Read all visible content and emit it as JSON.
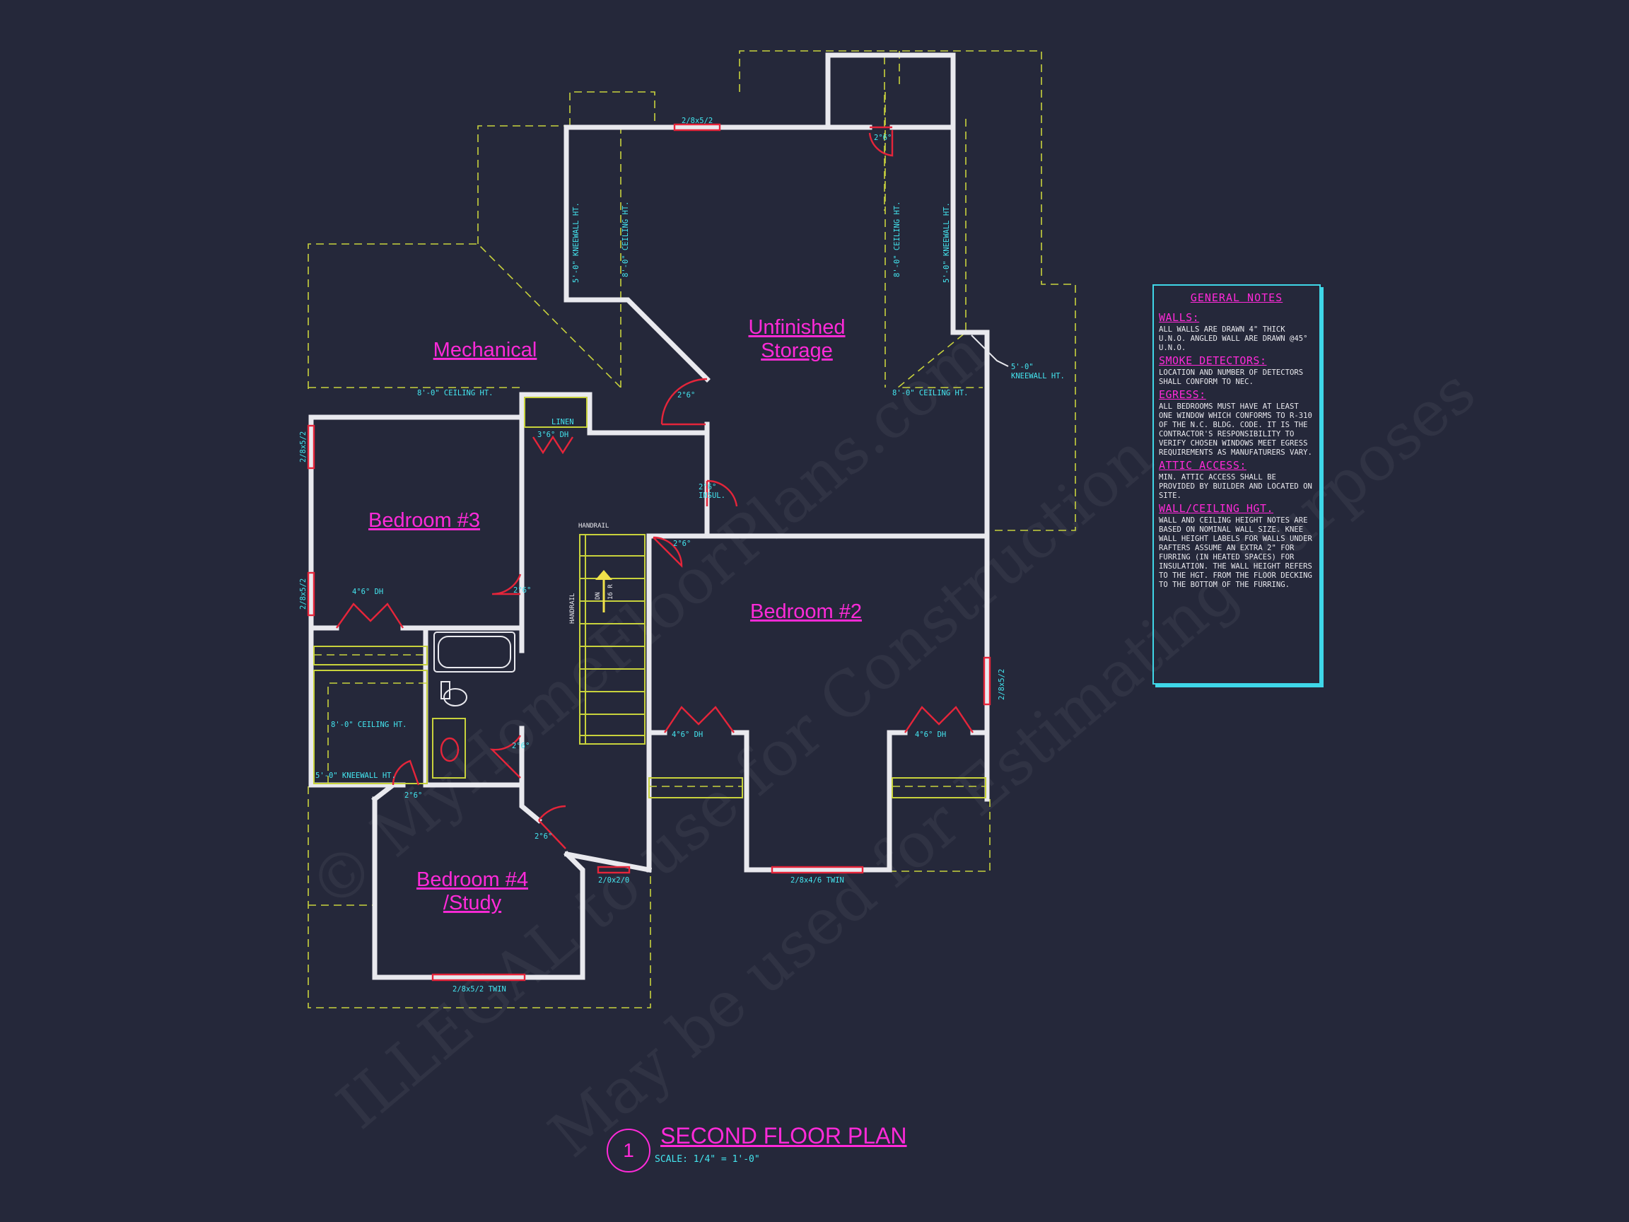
{
  "rooms": {
    "mechanical": "Mechanical",
    "storage_line1": "Unfinished",
    "storage_line2": "Storage",
    "bedroom3": "Bedroom #3",
    "bedroom2": "Bedroom #2",
    "bedroom4_line1": "Bedroom #4",
    "bedroom4_line2": "/Study"
  },
  "labels": {
    "kneewall_5": "5'-0\" KNEEWALL HT.",
    "ceiling_8": "8'-0\" CEILING HT.",
    "ceiling_8_dash": "8'-0\" CEILING HT.",
    "kneewall_5_callout": "5'-0\"",
    "kneewall_ht": "KNEEWALL HT.",
    "win_top": "2/8x5/2",
    "win_left_upper": "2/8x5/2",
    "win_left_lower": "2/8x5/2",
    "win_right": "2/8x5/2",
    "win_bottom_stair": "2/0x2/0",
    "win_bed2_bottom": "2/8x4/6 TWIN",
    "win_bed4_bottom": "2/8x5/2 TWIN",
    "door_26": "2°6°",
    "door_26_insul": "2°6°",
    "insul": "INSUL.",
    "linen": "LINEN",
    "linen_door": "3°6° DH",
    "dh_46": "4°6° DH",
    "handrail": "HANDRAIL",
    "dn": "DN",
    "stair_risers": "16 R"
  },
  "notes": {
    "title": "GENERAL NOTES",
    "sections": [
      {
        "heading": "WALLS:",
        "body": "ALL WALLS ARE DRAWN 4\" THICK U.N.O. ANGLED WALL ARE DRAWN @45° U.N.O."
      },
      {
        "heading": "SMOKE DETECTORS:",
        "body": "LOCATION AND NUMBER OF DETECTORS SHALL CONFORM TO NEC."
      },
      {
        "heading": "EGRESS:",
        "body": "ALL BEDROOMS MUST HAVE AT LEAST ONE WINDOW WHICH CONFORMS TO R-310 OF THE N.C. BLDG. CODE. IT IS THE CONTRACTOR'S RESPONSIBILITY TO VERIFY CHOSEN WINDOWS MEET EGRESS REQUIREMENTS AS MANUFATURERS VARY."
      },
      {
        "heading": "ATTIC ACCESS:",
        "body": "MIN. ATTIC ACCESS SHALL BE PROVIDED BY BUILDER AND LOCATED ON SITE."
      },
      {
        "heading": "WALL/CEILING HGT.",
        "body": "WALL AND CEILING HEIGHT NOTES ARE BASED ON NOMINAL WALL SIZE. KNEE WALL HEIGHT LABELS FOR WALLS UNDER RAFTERS ASSUME AN EXTRA 2\" FOR FURRING (IN HEATED SPACES) FOR INSULATION. THE WALL HEIGHT REFERS TO THE HGT. FROM THE FLOOR DECKING TO THE BOTTOM OF THE FURRING."
      }
    ]
  },
  "title_block": {
    "number": "1",
    "title": "SECOND FLOOR PLAN",
    "scale": "SCALE: 1/4\" = 1'-0\""
  },
  "watermark": {
    "line1": "© MyHomeFloorPlans.com",
    "line2": "ILLEGAL to use for Construction",
    "line3": "May be used for Estimating Purposes"
  },
  "colors": {
    "background": "#25283a",
    "walls": "#e9e9ee",
    "room_labels": "#ff2ad9",
    "annotations": "#44e6f0",
    "roof_dashes": "#c8d23c",
    "doors_windows": "#e5253a"
  }
}
